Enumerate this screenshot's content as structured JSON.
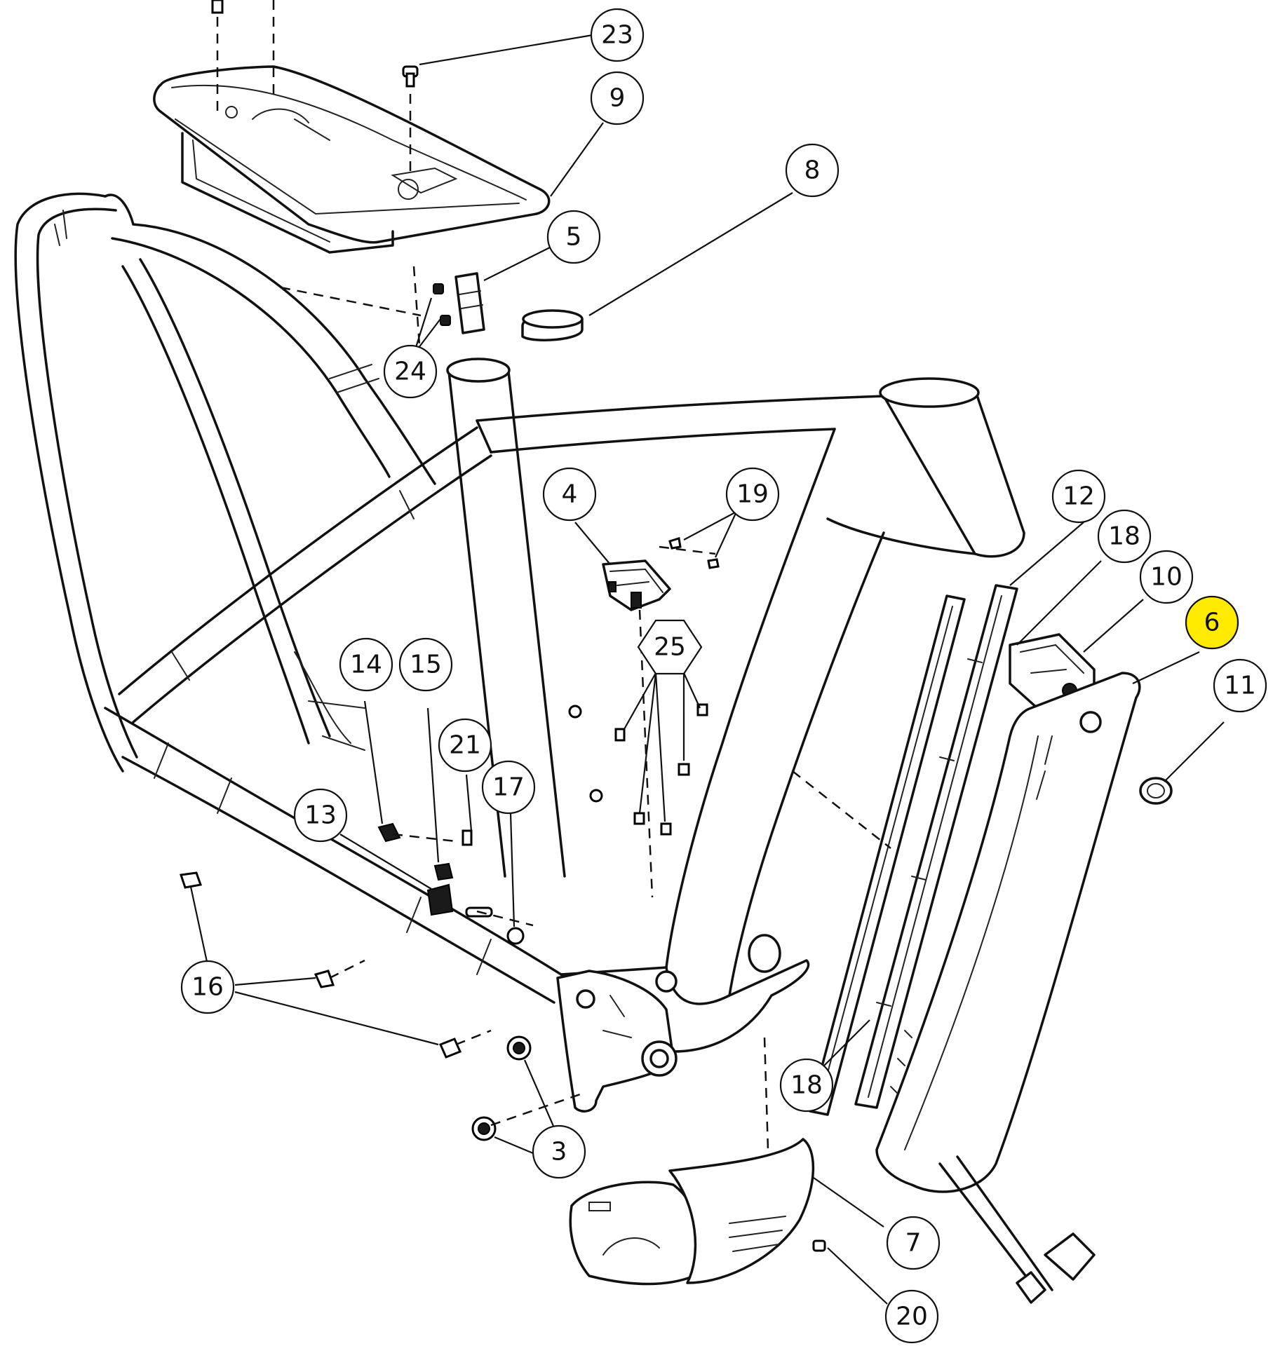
{
  "colors": {
    "line": "#111111",
    "background": "#ffffff",
    "highlight": "#ffeb00"
  },
  "callouts": [
    {
      "id": "23",
      "label": "23"
    },
    {
      "id": "9",
      "label": "9"
    },
    {
      "id": "8",
      "label": "8"
    },
    {
      "id": "5",
      "label": "5"
    },
    {
      "id": "24",
      "label": "24"
    },
    {
      "id": "4",
      "label": "4"
    },
    {
      "id": "19",
      "label": "19"
    },
    {
      "id": "25",
      "label": "25"
    },
    {
      "id": "12",
      "label": "12"
    },
    {
      "id": "18a",
      "label": "18"
    },
    {
      "id": "10",
      "label": "10"
    },
    {
      "id": "6",
      "label": "6",
      "highlighted": true
    },
    {
      "id": "11",
      "label": "11"
    },
    {
      "id": "14",
      "label": "14"
    },
    {
      "id": "15",
      "label": "15"
    },
    {
      "id": "21",
      "label": "21"
    },
    {
      "id": "17",
      "label": "17"
    },
    {
      "id": "13",
      "label": "13"
    },
    {
      "id": "16",
      "label": "16"
    },
    {
      "id": "3",
      "label": "3"
    },
    {
      "id": "18b",
      "label": "18"
    },
    {
      "id": "7",
      "label": "7"
    },
    {
      "id": "20",
      "label": "20"
    }
  ]
}
